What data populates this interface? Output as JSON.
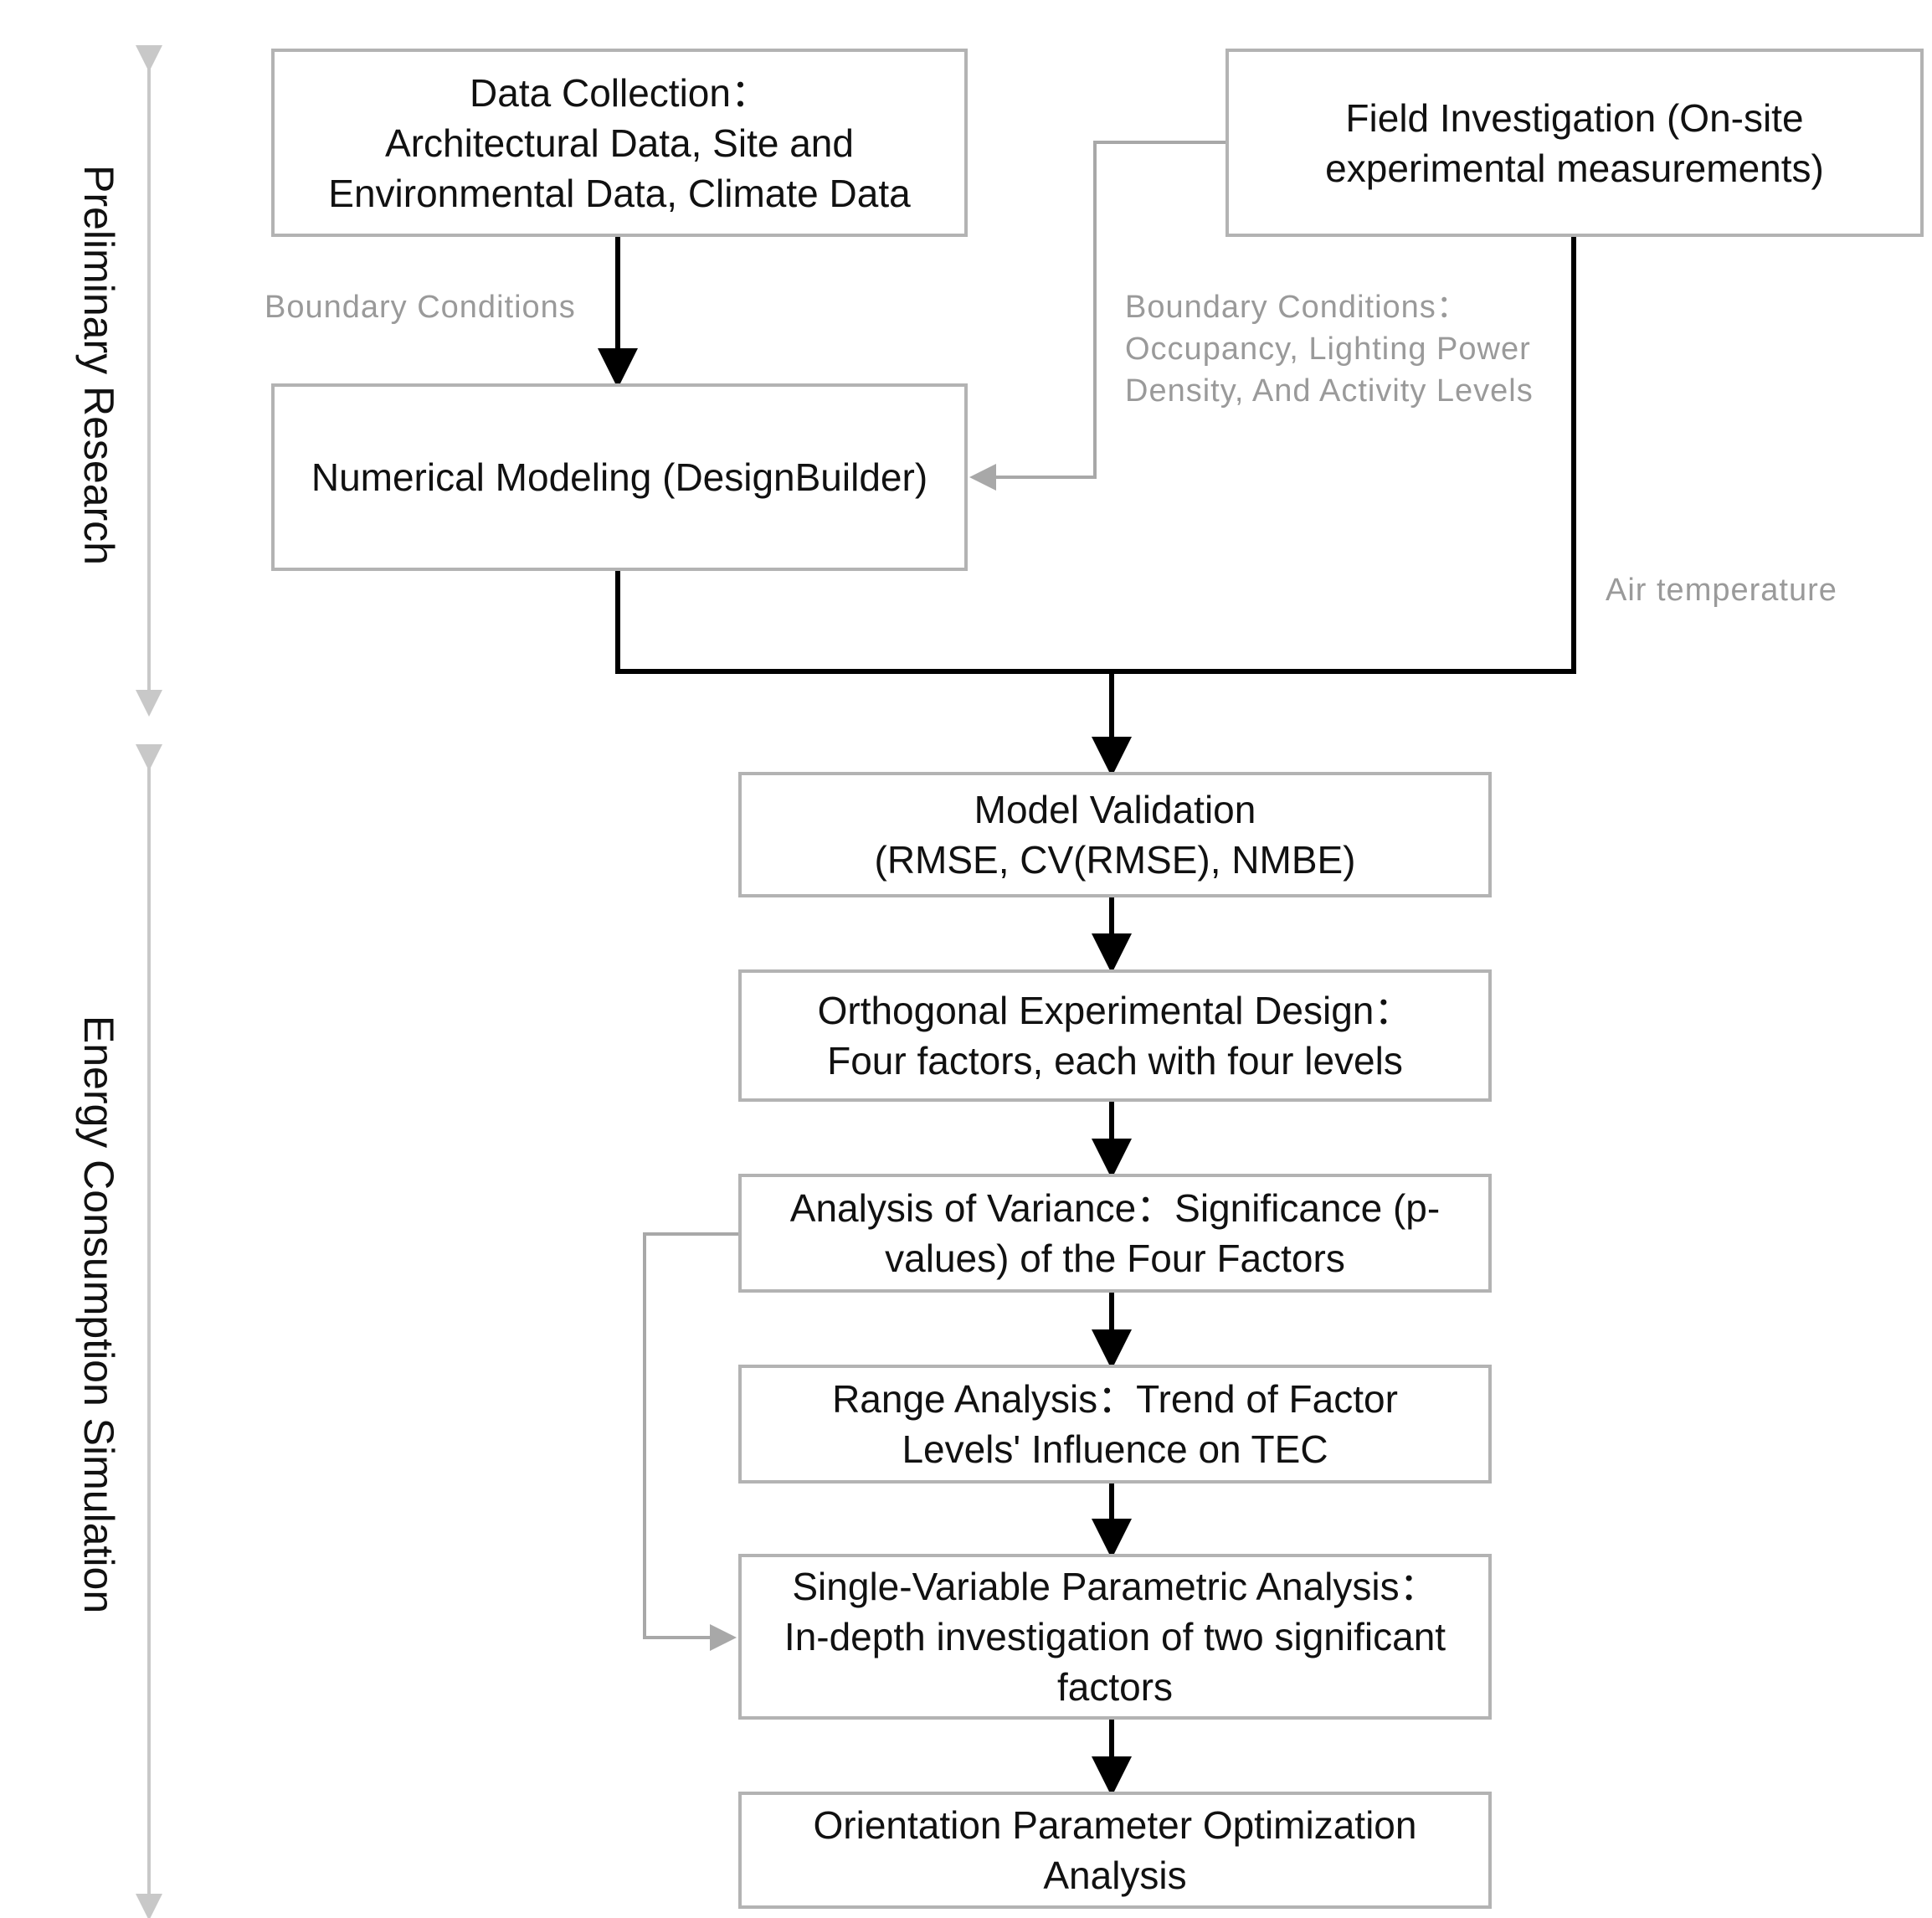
{
  "sections": {
    "preliminary": "Preliminary Research",
    "simulation": "Energy Consumption Simulation"
  },
  "nodes": {
    "data_collection": [
      "Data Collection：",
      "Architectural Data, Site and",
      "Environmental Data, Climate Data"
    ],
    "field_investigation": [
      "Field Investigation (On-site",
      "experimental measurements)"
    ],
    "numerical_modeling": [
      "Numerical Modeling (DesignBuilder)"
    ],
    "model_validation": [
      "Model Validation",
      "(RMSE, CV(RMSE), NMBE)"
    ],
    "orthogonal_design": [
      "Orthogonal Experimental Design：",
      "Four factors, each with four levels"
    ],
    "anova": [
      "Analysis of Variance：Significance (p-",
      "values) of the Four Factors"
    ],
    "range_analysis": [
      "Range Analysis：Trend of Factor",
      "Levels' Influence on TEC"
    ],
    "single_variable": [
      "Single-Variable Parametric Analysis：",
      "In-depth investigation of two significant",
      "factors"
    ],
    "orientation_optimization": [
      "Orientation Parameter Optimization",
      "Analysis"
    ]
  },
  "edge_labels": {
    "boundary_conditions": "Boundary Conditions",
    "boundary_conditions_field": [
      "Boundary Conditions：",
      "Occupancy, Lighting Power",
      "Density, And Activity Levels"
    ],
    "air_temperature": "Air temperature"
  }
}
